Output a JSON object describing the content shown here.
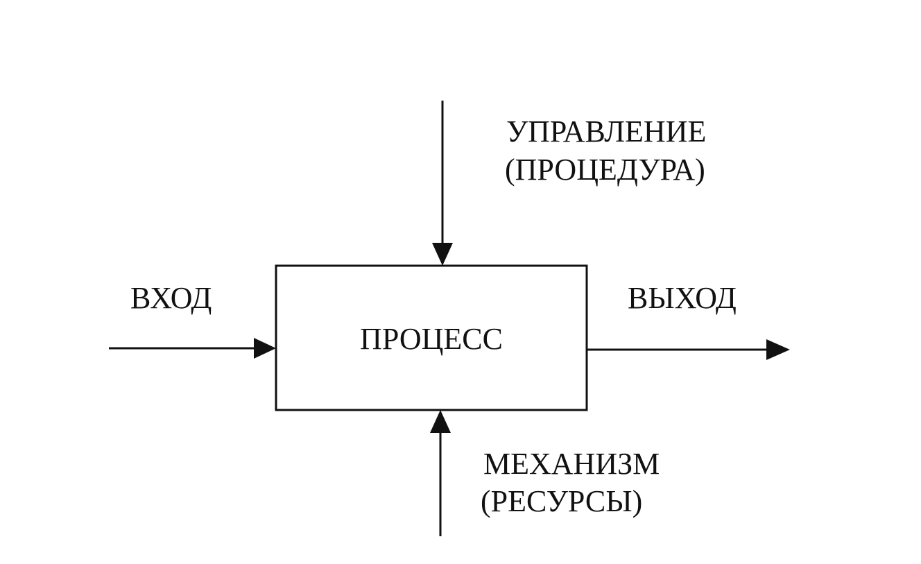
{
  "diagram": {
    "process": {
      "label": "ПРОЦЕСС"
    },
    "input": {
      "label": "ВХОД"
    },
    "output": {
      "label": "ВЫХОД"
    },
    "control": {
      "line1": "УПРАВЛЕНИЕ",
      "line2": "(ПРОЦЕДУРА)"
    },
    "mechanism": {
      "line1": "МЕХАНИЗМ",
      "line2": "(РЕСУРСЫ)"
    },
    "colors": {
      "stroke": "#111111",
      "background": "#ffffff"
    }
  }
}
